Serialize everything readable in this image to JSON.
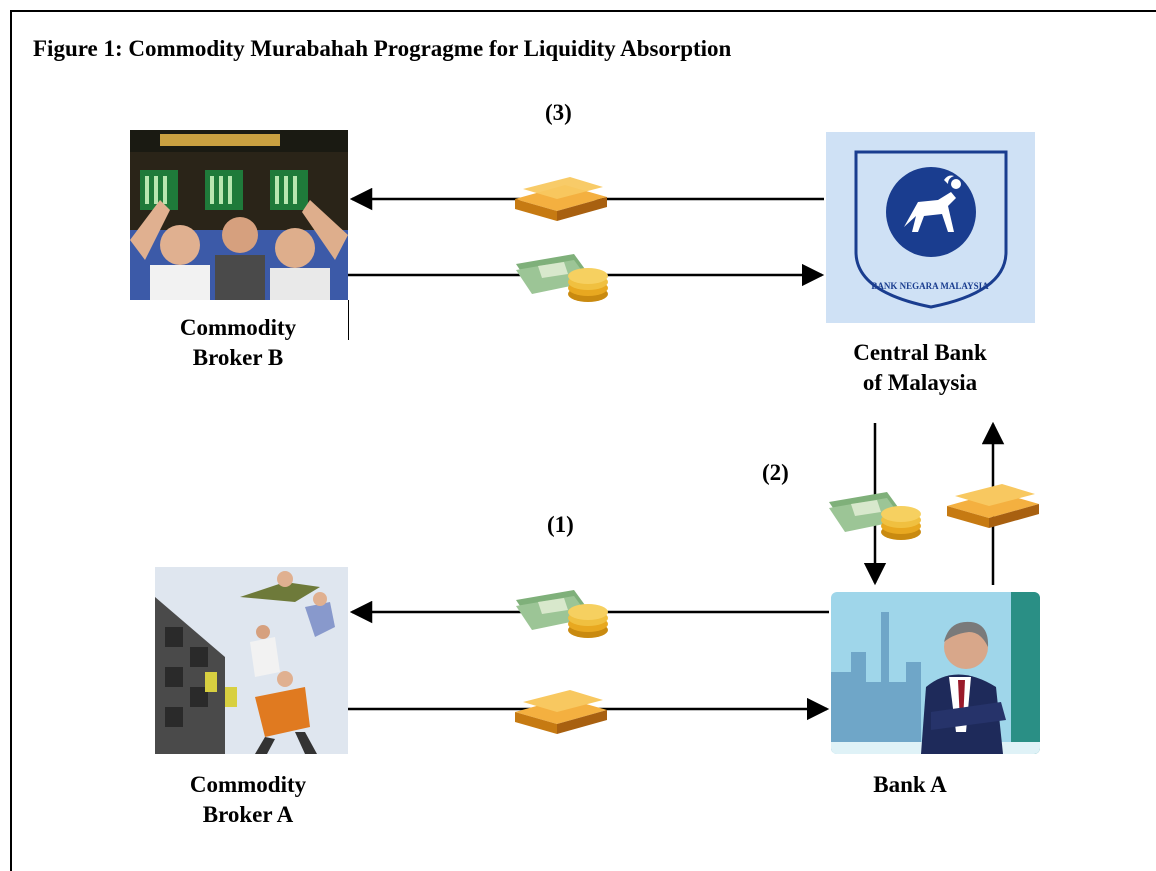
{
  "title": "Figure 1: Commodity Murabahah Progragme for Liquidity Absorption",
  "steps": {
    "one": "(1)",
    "two": "(2)",
    "three": "(3)"
  },
  "parties": {
    "broker_b": {
      "line1": "Commodity",
      "line2": "Broker B"
    },
    "central_bank": {
      "line1": "Central Bank",
      "line2": "of Malaysia",
      "logo_text": "BANK NEGARA MALAYSIA"
    },
    "broker_a": {
      "line1": "Commodity",
      "line2": "Broker A"
    },
    "bank_a": {
      "line1": "Bank A"
    }
  },
  "icons": {
    "commodity": "gold-bars-icon",
    "payment": "cash-and-coins-icon"
  },
  "colors": {
    "gold": "#d98a1c",
    "cash": "#7fb07a",
    "coins": "#e8a820",
    "bnm_blue": "#1a3d8f",
    "bnm_bg": "#cfe1f5"
  }
}
